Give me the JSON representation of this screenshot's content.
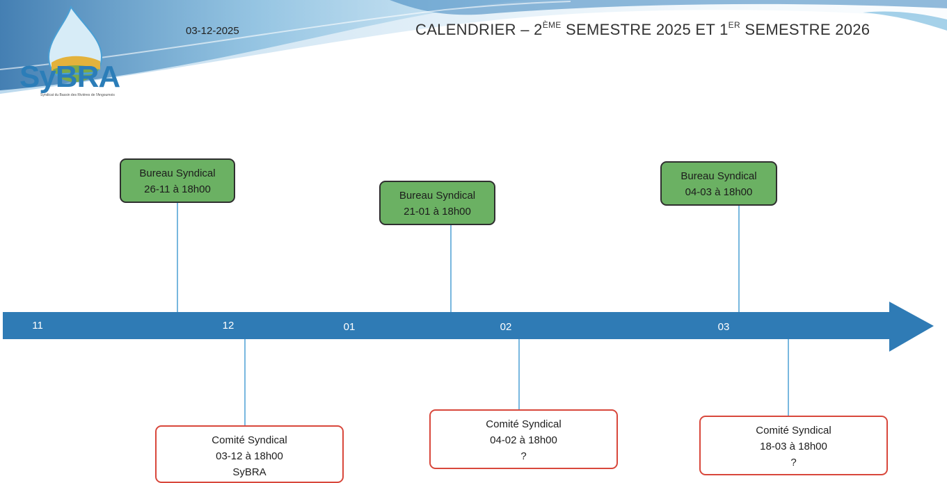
{
  "header": {
    "date": "03-12-2025",
    "title_part1": "CALENDRIER – 2",
    "title_sup1": "ÈME",
    "title_part2": " SEMESTRE 2025 ET 1",
    "title_sup2": "ER",
    "title_part3": " SEMESTRE 2026"
  },
  "logo": {
    "name": "SyBRA",
    "subtitle": "Syndicat du Bassin des Rivières de l'Angoumois"
  },
  "colors": {
    "arrow": "#2f7bb5",
    "bureau_fill": "#6bb163",
    "comite_border": "#d8473b",
    "connector": "#4a9fd4"
  },
  "timeline": {
    "months": [
      "11",
      "12",
      "01",
      "02",
      "03"
    ],
    "bureau": [
      {
        "line1": "Bureau Syndical",
        "line2": "26-11 à 18h00"
      },
      {
        "line1": "Bureau Syndical",
        "line2": "21-01 à 18h00"
      },
      {
        "line1": "Bureau Syndical",
        "line2": "04-03 à 18h00"
      }
    ],
    "comite": [
      {
        "line1": "Comité Syndical",
        "line2": "03-12 à 18h00",
        "line3": "SyBRA"
      },
      {
        "line1": "Comité Syndical",
        "line2": "04-02 à 18h00",
        "line3": "?"
      },
      {
        "line1": "Comité Syndical",
        "line2": "18-03 à 18h00",
        "line3": "?"
      }
    ]
  }
}
